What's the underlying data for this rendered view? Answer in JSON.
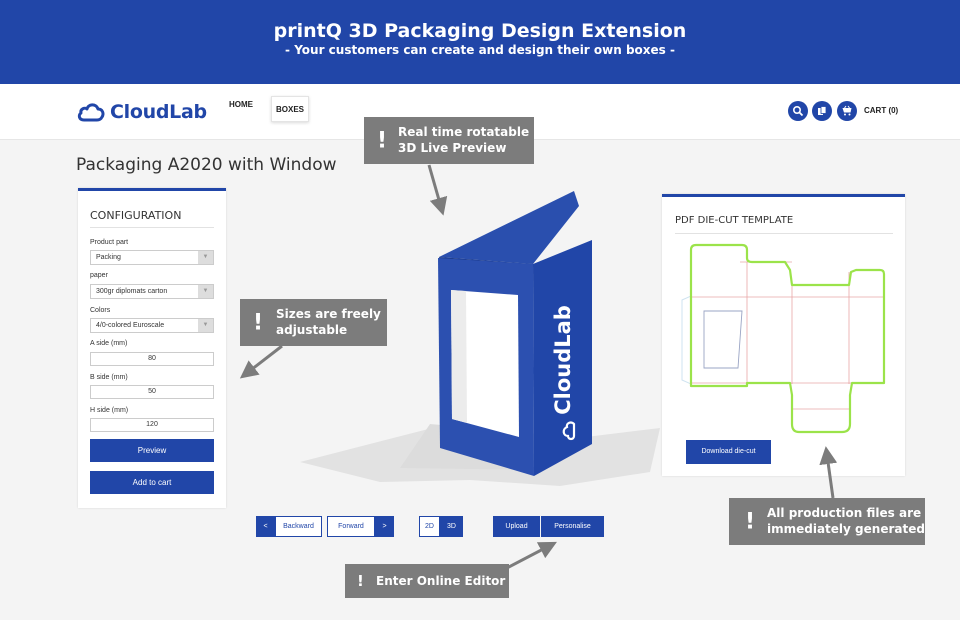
{
  "banner": {
    "title": "printQ 3D Packaging Design Extension",
    "subtitle": "- Your customers can create and design their own boxes -"
  },
  "nav": {
    "brand": "CloudLab",
    "home": "HOME",
    "boxes": "BOXES",
    "cart": "CART (0)",
    "icons": [
      "search-icon",
      "copy-icon",
      "cart-icon"
    ]
  },
  "page": {
    "title": "Packaging A2020 with Window"
  },
  "config": {
    "title": "CONFIGURATION",
    "product_part_label": "Product part",
    "product_part_value": "Packing",
    "paper_label": "paper",
    "paper_value": "300gr diplomats carton",
    "colors_label": "Colors",
    "colors_value": "4/0-colored Euroscale",
    "a_side_label": "A side (mm)",
    "a_side_value": "80",
    "b_side_label": "B side (mm)",
    "b_side_value": "50",
    "h_side_label": "H side (mm)",
    "h_side_value": "120",
    "preview_button": "Preview",
    "add_to_cart_button": "Add to cart"
  },
  "preview": {
    "box_brand_text": "CloudLab"
  },
  "pdf": {
    "title": "PDF DIE-CUT TEMPLATE",
    "download_button": "Download die-cut"
  },
  "controls": {
    "prev_arrow": "<",
    "backward": "Backward",
    "forward": "Forward",
    "next_arrow": ">",
    "mode_2d": "2D",
    "mode_3d": "3D",
    "upload": "Upload",
    "personalise": "Personalise"
  },
  "callouts": {
    "preview_line1": "Real time rotatable",
    "preview_line2": "3D Live Preview",
    "sizes_line1": "Sizes are freely",
    "sizes_line2": "adjustable",
    "files_line1": "All production files are",
    "files_line2": "immediately generated",
    "editor": "Enter Online Editor",
    "mark": "!"
  },
  "colors": {
    "brand_blue": "#2146a8",
    "callout_grey": "#7c7c7c",
    "diecut_green": "#9be34a",
    "diecut_red": "#e9a6a6"
  }
}
